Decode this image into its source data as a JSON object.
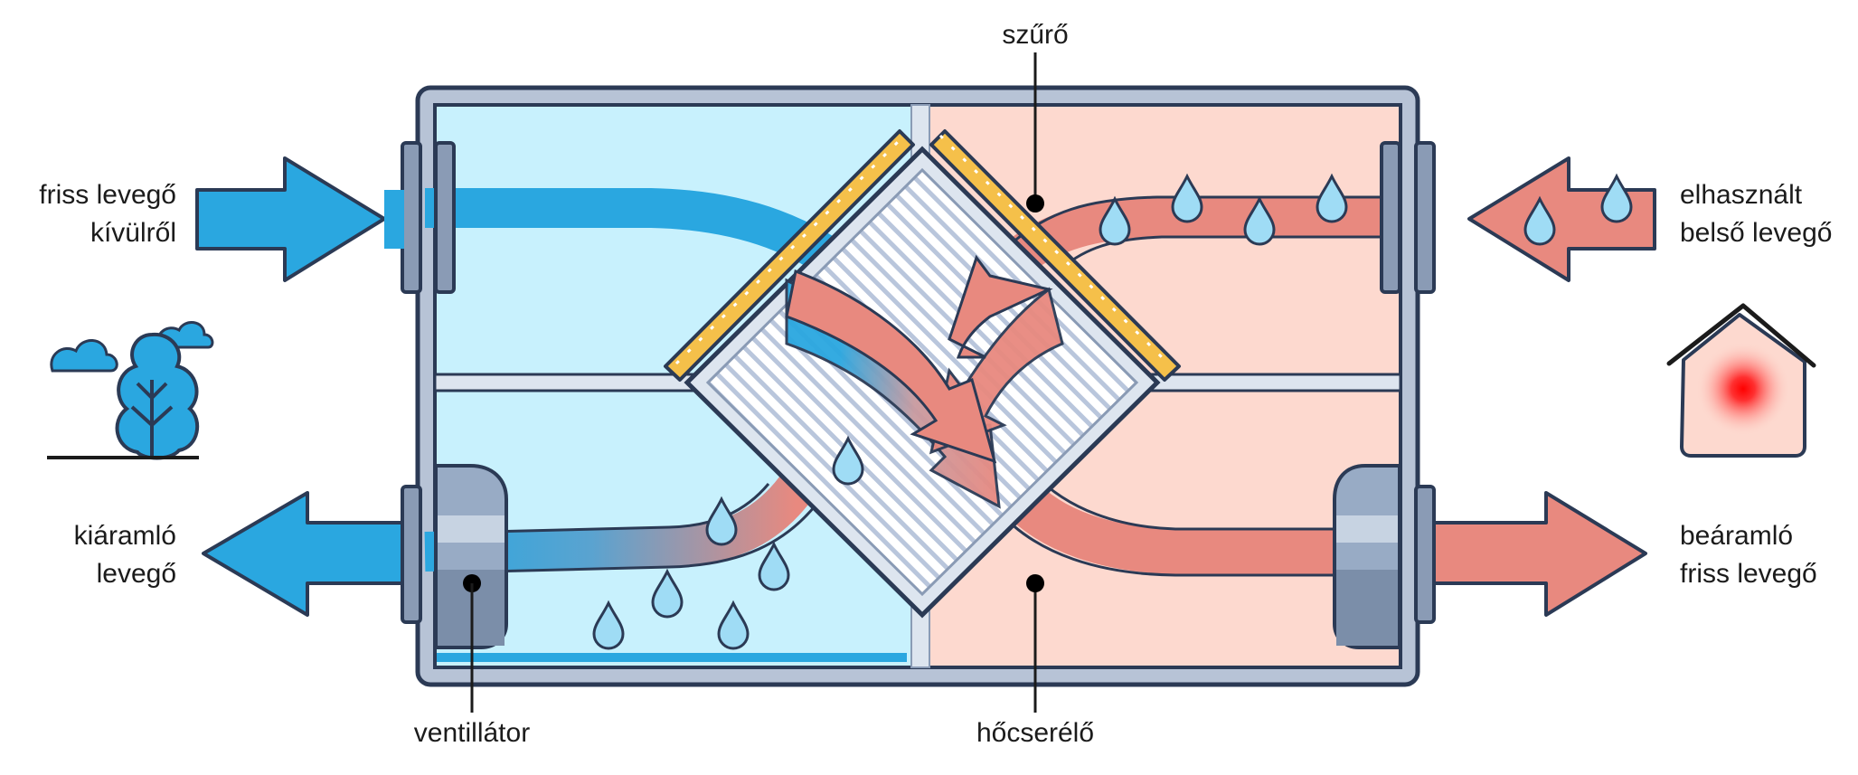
{
  "labels": {
    "filter": "szűrő",
    "fresh_in": [
      "friss levegő",
      "kívülről"
    ],
    "used_in": [
      "elhasznált",
      "belső levegő"
    ],
    "exhaust_out": [
      "kiáramló",
      "levegő"
    ],
    "supply_out": [
      "beáramló",
      "friss levegő"
    ],
    "fan": "ventillátor",
    "heat_exchanger": "hőcserélő"
  },
  "colors": {
    "outline": "#2b3a55",
    "cold_arrow": "#2aa7e0",
    "warm_arrow": "#e8897f",
    "cold_panel": "#c8f1fd",
    "warm_panel": "#fdd9cf",
    "filter": "#f5c04a",
    "frame": "#8a9bb5",
    "house_glow": "#ff1a1a"
  }
}
